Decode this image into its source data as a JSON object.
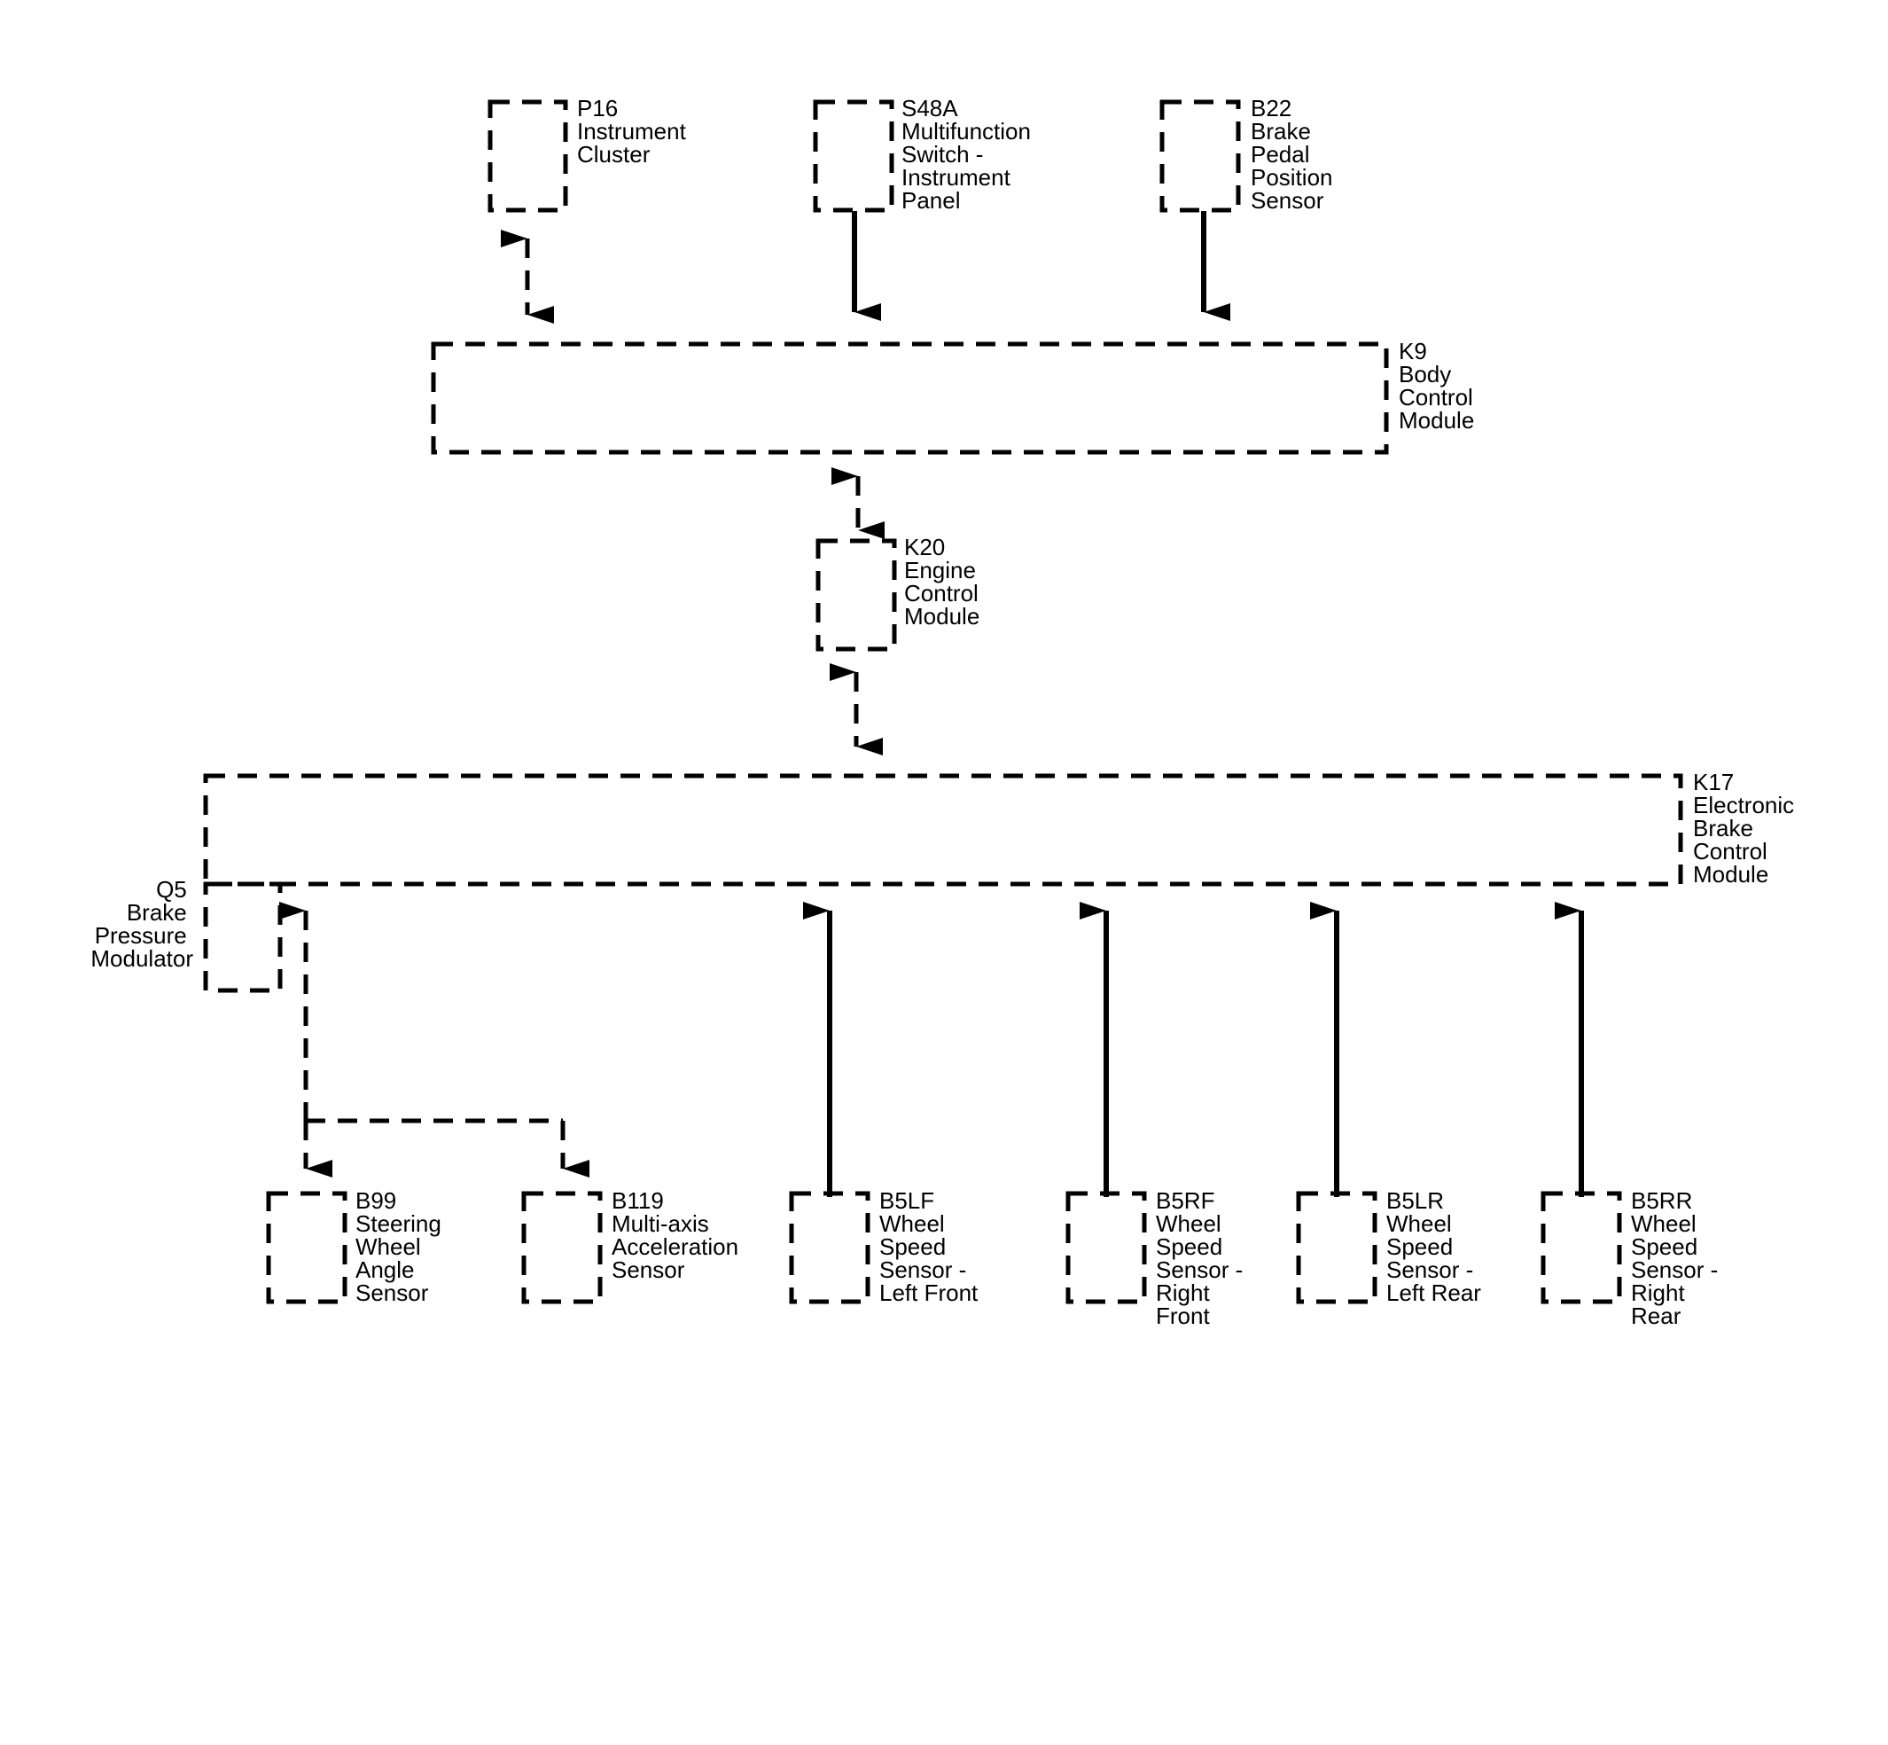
{
  "components": {
    "p16": {
      "code": "P16",
      "name_lines": [
        "Instrument",
        "Cluster"
      ]
    },
    "s48a": {
      "code": "S48A",
      "name_lines": [
        "Multifunction",
        "Switch -",
        "Instrument",
        "Panel"
      ]
    },
    "b22": {
      "code": "B22",
      "name_lines": [
        "Brake",
        "Pedal",
        "Position",
        "Sensor"
      ]
    },
    "k9": {
      "code": "K9",
      "name_lines": [
        "Body",
        "Control",
        "Module"
      ]
    },
    "k20": {
      "code": "K20",
      "name_lines": [
        "Engine",
        "Control",
        "Module"
      ]
    },
    "k17": {
      "code": "K17",
      "name_lines": [
        "Electronic",
        "Brake",
        "Control",
        "Module"
      ]
    },
    "q5": {
      "code": "Q5",
      "name_lines": [
        "Brake",
        "Pressure",
        "Modulator"
      ]
    },
    "b99": {
      "code": "B99",
      "name_lines": [
        "Steering",
        "Wheel",
        "Angle",
        "Sensor"
      ]
    },
    "b119": {
      "code": "B119",
      "name_lines": [
        "Multi-axis",
        "Acceleration",
        "Sensor"
      ]
    },
    "b5lf": {
      "code": "B5LF",
      "name_lines": [
        "Wheel",
        "Speed",
        "Sensor -",
        "Left Front"
      ]
    },
    "b5rf": {
      "code": "B5RF",
      "name_lines": [
        "Wheel",
        "Speed",
        "Sensor -",
        "Right",
        "Front"
      ]
    },
    "b5lr": {
      "code": "B5LR",
      "name_lines": [
        "Wheel",
        "Speed",
        "Sensor -",
        "Left Rear"
      ]
    },
    "b5rr": {
      "code": "B5RR",
      "name_lines": [
        "Wheel",
        "Speed",
        "Sensor -",
        "Right",
        "Rear"
      ]
    }
  },
  "connections": [
    {
      "from": "P16",
      "to": "K9",
      "style": "dashed",
      "direction": "bidirectional"
    },
    {
      "from": "S48A",
      "to": "K9",
      "style": "solid",
      "direction": "one-way"
    },
    {
      "from": "B22",
      "to": "K9",
      "style": "solid",
      "direction": "one-way"
    },
    {
      "from": "K9",
      "to": "K20",
      "style": "dashed",
      "direction": "bidirectional"
    },
    {
      "from": "K20",
      "to": "K17",
      "style": "dashed",
      "direction": "bidirectional"
    },
    {
      "from": "K17",
      "to": "B99",
      "style": "dashed",
      "direction": "bidirectional"
    },
    {
      "from": "K17",
      "to": "B119",
      "style": "dashed",
      "direction": "bidirectional"
    },
    {
      "from": "B5LF",
      "to": "K17",
      "style": "solid",
      "direction": "one-way"
    },
    {
      "from": "B5RF",
      "to": "K17",
      "style": "solid",
      "direction": "one-way"
    },
    {
      "from": "B5LR",
      "to": "K17",
      "style": "solid",
      "direction": "one-way"
    },
    {
      "from": "B5RR",
      "to": "K17",
      "style": "solid",
      "direction": "one-way"
    }
  ],
  "colors": {
    "line": "#000000",
    "background": "#ffffff"
  }
}
